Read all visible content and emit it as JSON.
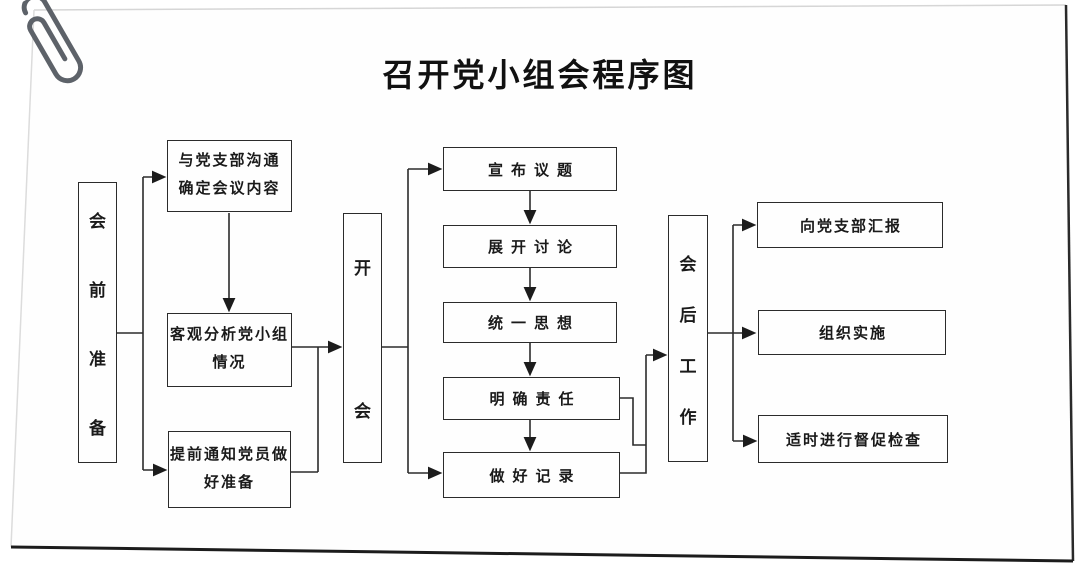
{
  "title": "召开党小组会程序图",
  "colors": {
    "line": "#2b2b2b",
    "text": "#1a1a1a",
    "paper": "#fefefe",
    "paper_edge_dark": "#1c1c1c",
    "paper_edge_light": "#d6d6d6",
    "paperclip": "#5d6269"
  },
  "decor": {
    "paperclip_icon": "paperclip"
  },
  "flowchart": {
    "stages": {
      "pre": "会前准备",
      "meeting": "开会",
      "post": "会后工作"
    },
    "pre_steps": [
      {
        "line1": "与党支部沟通",
        "line2": "确定会议内容"
      },
      {
        "line1": "客观分析党小组",
        "line2": "情况"
      },
      {
        "line1": "提前通知党员做",
        "line2": "好准备"
      }
    ],
    "meeting_steps": [
      "宣布议题",
      "展开讨论",
      "统一思想",
      "明确责任",
      "做好记录"
    ],
    "post_steps": [
      "向党支部汇报",
      "组织实施",
      "适时进行督促检查"
    ]
  }
}
